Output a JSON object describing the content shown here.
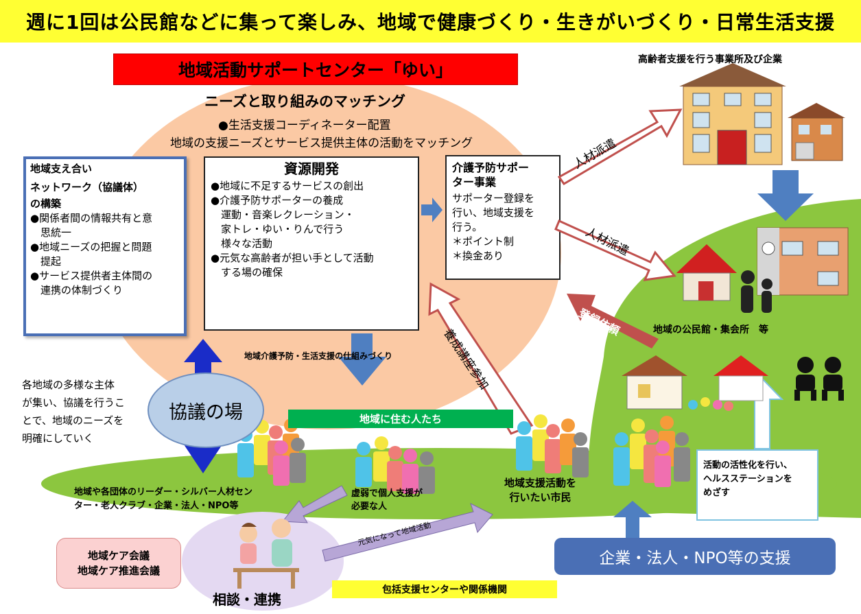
{
  "banner": {
    "text": "週に1回は公民館などに集って楽しみ、地域で健康づくり・生きがいづくり・日常生活支援"
  },
  "center": {
    "title": "地域活動サポートセンター「ゆい」"
  },
  "matching": {
    "heading": "ニーズと取り組みのマッチング",
    "line1": "●生活支援コーディネーター配置",
    "line2": "地域の支援ニーズとサービス提供主体の活動をマッチング"
  },
  "network": {
    "title_lines": [
      "地域支え合い",
      "ネットワーク（協議体）",
      "の構築"
    ],
    "items": [
      "●関係者間の情報共有と意",
      "　思統一",
      "●地域ニーズの把握と問題",
      "　提起",
      "●サービス提供者主体間の",
      "　連携の体制づくり"
    ]
  },
  "resource": {
    "title": "資源開発",
    "items": [
      "●地域に不足するサービスの創出",
      "●介護予防サポーターの養成",
      "　運動・音楽レクレーション・",
      "　家トレ・ゆい・りんで行う",
      "　様々な活動",
      "●元気な高齢者が担い手として活動",
      "　する場の確保"
    ]
  },
  "supporter": {
    "title_lines": [
      "介護予防サポー",
      "ター事業"
    ],
    "body": [
      "サポーター登録を",
      "行い、地域支援を",
      "行う。",
      "＊ポイント制",
      "＊換金あり"
    ]
  },
  "arrows": {
    "dispatch1": "人材派遣",
    "dispatch2": "人材派遣",
    "register": "登録依頼",
    "training": "養成講座参加",
    "genki": "元気になって地域活動"
  },
  "labels": {
    "companies": "高齢者支援を行う事業所及び企業",
    "community_hall": "地域の公民館・集会所　等",
    "mechanism": "地域介護予防・生活支援の仕組みづくり",
    "residents": "地域に住む人たち",
    "council": "協議の場",
    "council_desc": [
      "各地域の多様な主体",
      "が集い、協議を行うこ",
      "とで、地域のニーズを",
      "明確にしていく"
    ],
    "leaders": [
      "地域や各団体のリーダー・シルバー人材セン",
      "ター・老人クラブ・企業・法人・NPO等"
    ],
    "frail": [
      "虚弱で個人支援が",
      "必要な人"
    ],
    "citizens": [
      "地域支援活動を",
      "行いたい市民"
    ],
    "health": [
      "活動の活性化を行い、",
      "ヘルスステーションを",
      "めざす"
    ],
    "corp_support": "企業・法人・NPO等の支援",
    "care_meeting": [
      "地域ケア会議",
      "地域ケア推進会議"
    ],
    "consult": "相談・連携",
    "hokatsu": "包括支援センターや関係機関"
  },
  "colors": {
    "banner": "#ffff33",
    "title_red": "#ff0000",
    "peach": "#fbc9a4",
    "green": "#8cc63f",
    "arrow_blue": "#4f7fc1",
    "arrow_red": "#c0504d"
  }
}
